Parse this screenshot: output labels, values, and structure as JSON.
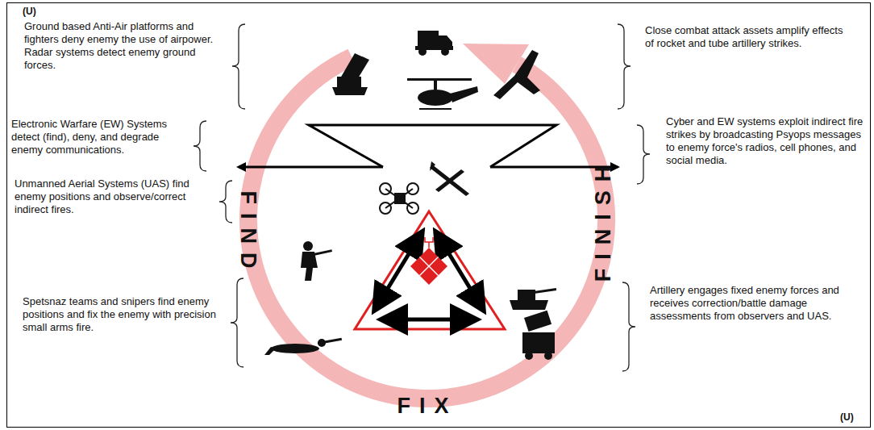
{
  "diagram": {
    "labels": [
      "(U)",
      "Ground based Anti-Air platforms and fighters deny enemy the use of airpower. Radar systems detect enemy ground forces.",
      "Electronic Warfare (EW) Systems detect (find), deny, and degrade enemy communications.",
      "Unmanned Aerial Systems (UAS) find enemy positions and observe/correct indirect fires.",
      "Spetsnaz teams and snipers find enemy positions and fix the enemy with precision small arms fire.",
      "Close combat attack assets amplify effects of rocket and tube artillery strikes.",
      "Cyber and EW systems exploit indirect fire strikes by broadcasting Psyops messages to enemy force's radios, cell phones, and social media.",
      "Artillery engages fixed enemy forces and receives correction/battle damage assessments from observers and UAS.",
      "FIND",
      "FINISH",
      "FIX",
      "(U)"
    ]
  }
}
